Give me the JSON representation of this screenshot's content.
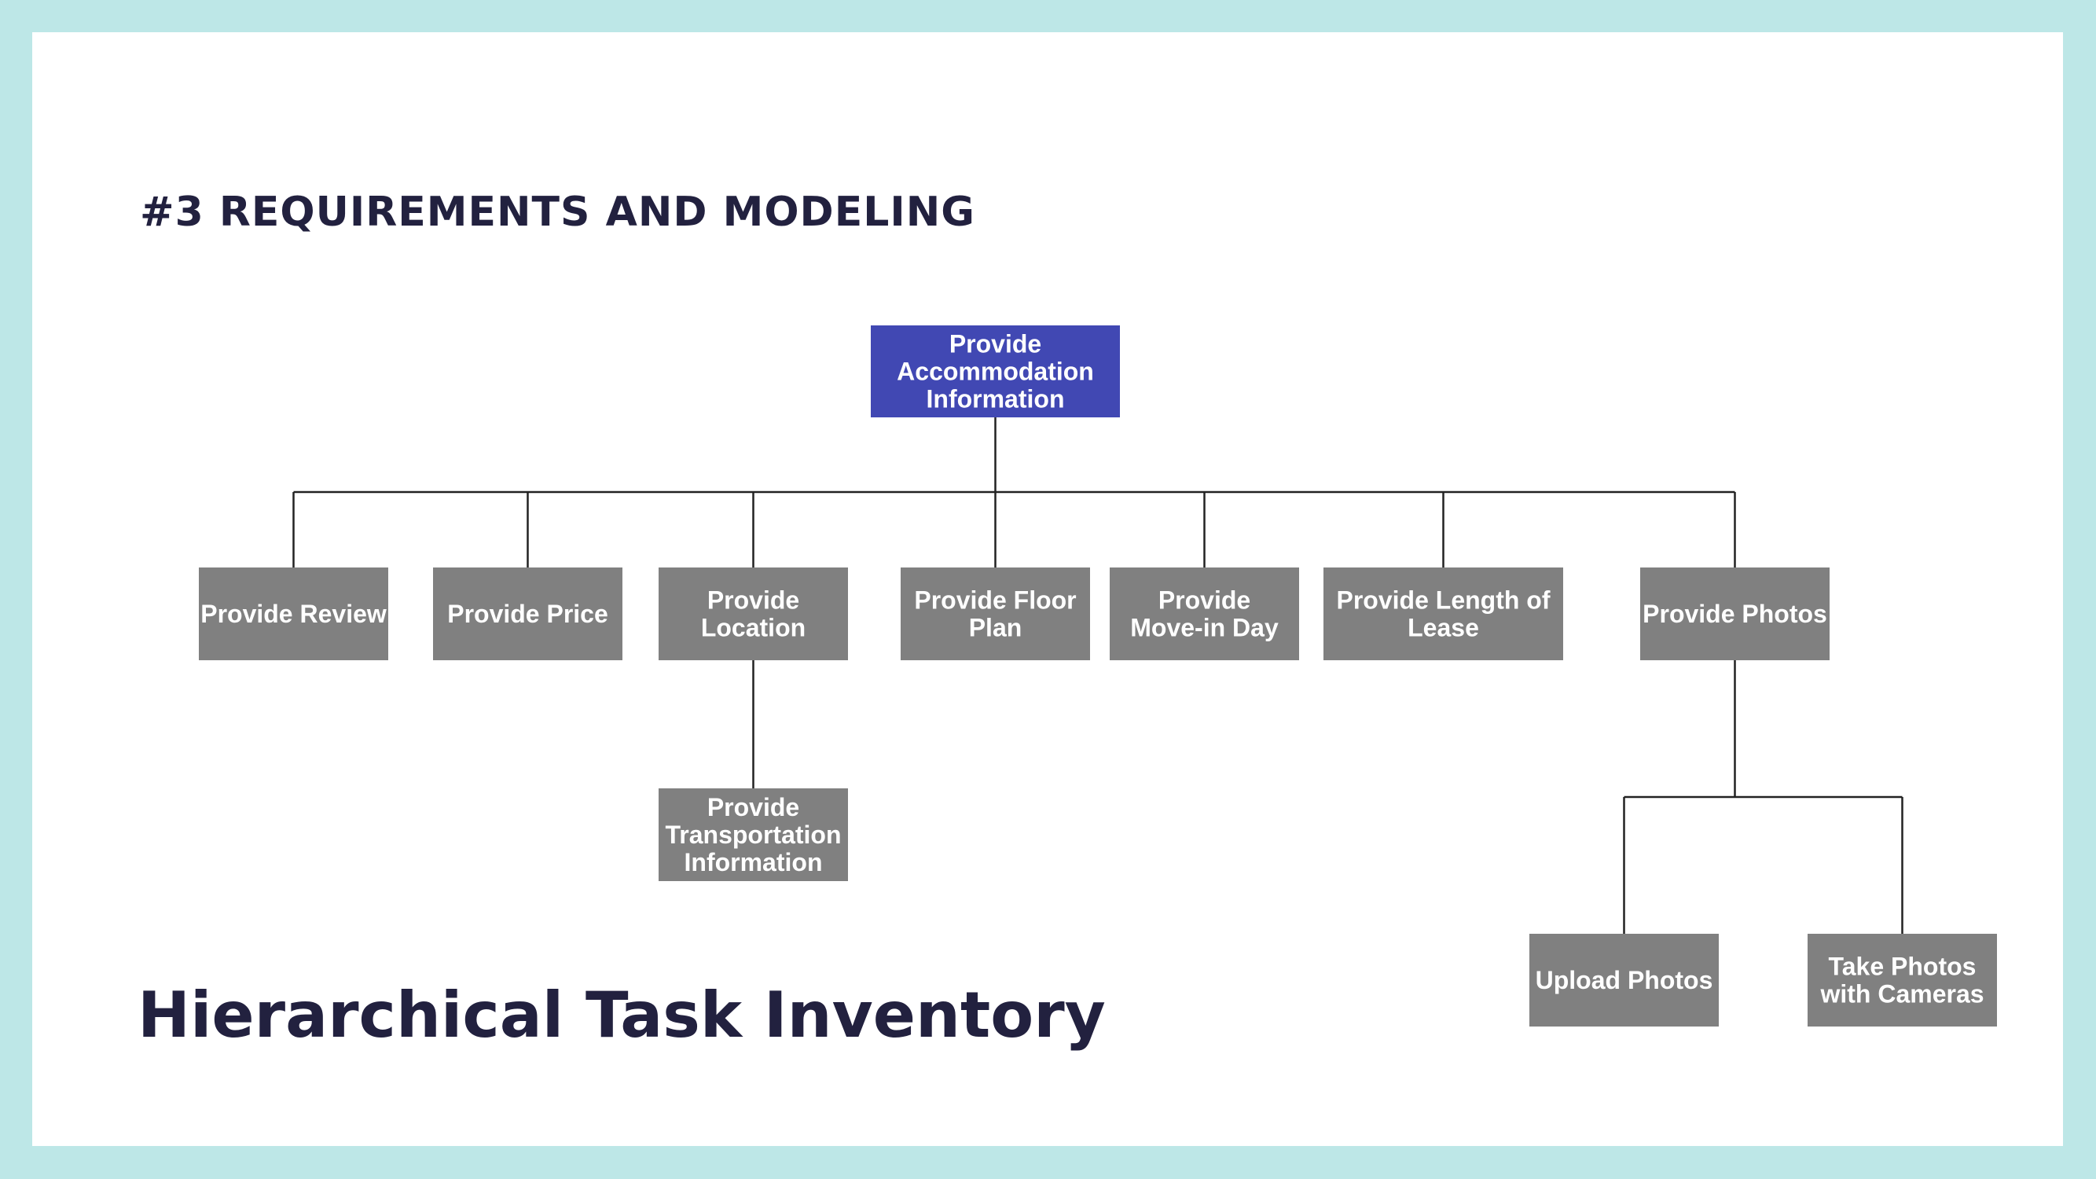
{
  "slide": {
    "section_title": "#3 REQUIREMENTS AND MODELING",
    "main_title": "Hierarchical Task Inventory"
  },
  "colors": {
    "frame": "#bde7e7",
    "root_node": "#4148b3",
    "child_node": "#808080",
    "node_text": "#ffffff",
    "title_text": "#22213f"
  },
  "tree": {
    "root": {
      "lines": [
        "Provide",
        "Accommodation",
        "Information"
      ]
    },
    "children": [
      {
        "lines": [
          "Provide Review"
        ]
      },
      {
        "lines": [
          "Provide Price"
        ]
      },
      {
        "lines": [
          "Provide",
          "Location"
        ],
        "children": [
          {
            "lines": [
              "Provide",
              "Transportation",
              "Information"
            ]
          }
        ]
      },
      {
        "lines": [
          "Provide Floor",
          "Plan"
        ]
      },
      {
        "lines": [
          "Provide",
          "Move-in Day"
        ]
      },
      {
        "lines": [
          "Provide Length of",
          "Lease"
        ]
      },
      {
        "lines": [
          "Provide Photos"
        ],
        "children": [
          {
            "lines": [
              "Upload Photos"
            ]
          },
          {
            "lines": [
              "Take Photos",
              "with Cameras"
            ]
          }
        ]
      }
    ]
  }
}
